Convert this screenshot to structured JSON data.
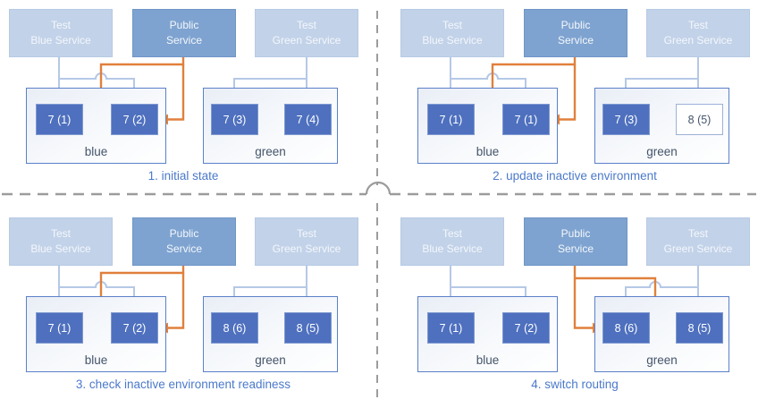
{
  "colors": {
    "accent_orange": "#E0803C",
    "connector_blue": "#B5C8E6",
    "pod_fill": "#4E70BE",
    "pod_border": "#8099D1",
    "pod_outline": "#9DB1D6",
    "service_light": "#C2D2E9",
    "service_light_border": "#B7CAE4",
    "service_dark": "#7EA3D0",
    "service_dark_border": "#6F96C8",
    "env_border": "#5B80C9",
    "env_label_text": "#44546A",
    "caption_text": "#4B79CA",
    "divider_gray": "#9C9C9C"
  },
  "quadrants": [
    {
      "caption": "1. initial state",
      "public_routes_to": "blue",
      "services": [
        {
          "line1": "Test",
          "line2": "Blue Service"
        },
        {
          "line1": "Public",
          "line2": "Service"
        },
        {
          "line1": "Test",
          "line2": "Green Service"
        }
      ],
      "environments": [
        {
          "label": "blue",
          "pods": [
            {
              "text": "7 (1)"
            },
            {
              "text": "7 (2)"
            }
          ]
        },
        {
          "label": "green",
          "pods": [
            {
              "text": "7 (3)"
            },
            {
              "text": "7 (4)"
            }
          ]
        }
      ]
    },
    {
      "caption": "2. update inactive environment",
      "public_routes_to": "blue",
      "services": [
        {
          "line1": "Test",
          "line2": "Blue Service"
        },
        {
          "line1": "Public",
          "line2": "Service"
        },
        {
          "line1": "Test",
          "line2": "Green Service"
        }
      ],
      "environments": [
        {
          "label": "blue",
          "pods": [
            {
              "text": "7 (1)"
            },
            {
              "text": "7 (1)"
            }
          ]
        },
        {
          "label": "green",
          "pods": [
            {
              "text": "7 (3)"
            },
            {
              "text": "8 (5)"
            }
          ]
        }
      ]
    },
    {
      "caption": "3. check inactive environment readiness",
      "public_routes_to": "blue",
      "services": [
        {
          "line1": "Test",
          "line2": "Blue Service"
        },
        {
          "line1": "Public",
          "line2": "Service"
        },
        {
          "line1": "Test",
          "line2": "Green Service"
        }
      ],
      "environments": [
        {
          "label": "blue",
          "pods": [
            {
              "text": "7 (1)"
            },
            {
              "text": "7 (2)"
            }
          ]
        },
        {
          "label": "green",
          "pods": [
            {
              "text": "8 (6)"
            },
            {
              "text": "8 (5)"
            }
          ]
        }
      ]
    },
    {
      "caption": "4. switch routing",
      "public_routes_to": "green",
      "services": [
        {
          "line1": "Test",
          "line2": "Blue Service"
        },
        {
          "line1": "Public",
          "line2": "Service"
        },
        {
          "line1": "Test",
          "line2": "Green Service"
        }
      ],
      "environments": [
        {
          "label": "blue",
          "pods": [
            {
              "text": "7 (1)"
            },
            {
              "text": "7 (2)"
            }
          ]
        },
        {
          "label": "green",
          "pods": [
            {
              "text": "8 (6)"
            },
            {
              "text": "8 (5)"
            }
          ]
        }
      ]
    }
  ]
}
